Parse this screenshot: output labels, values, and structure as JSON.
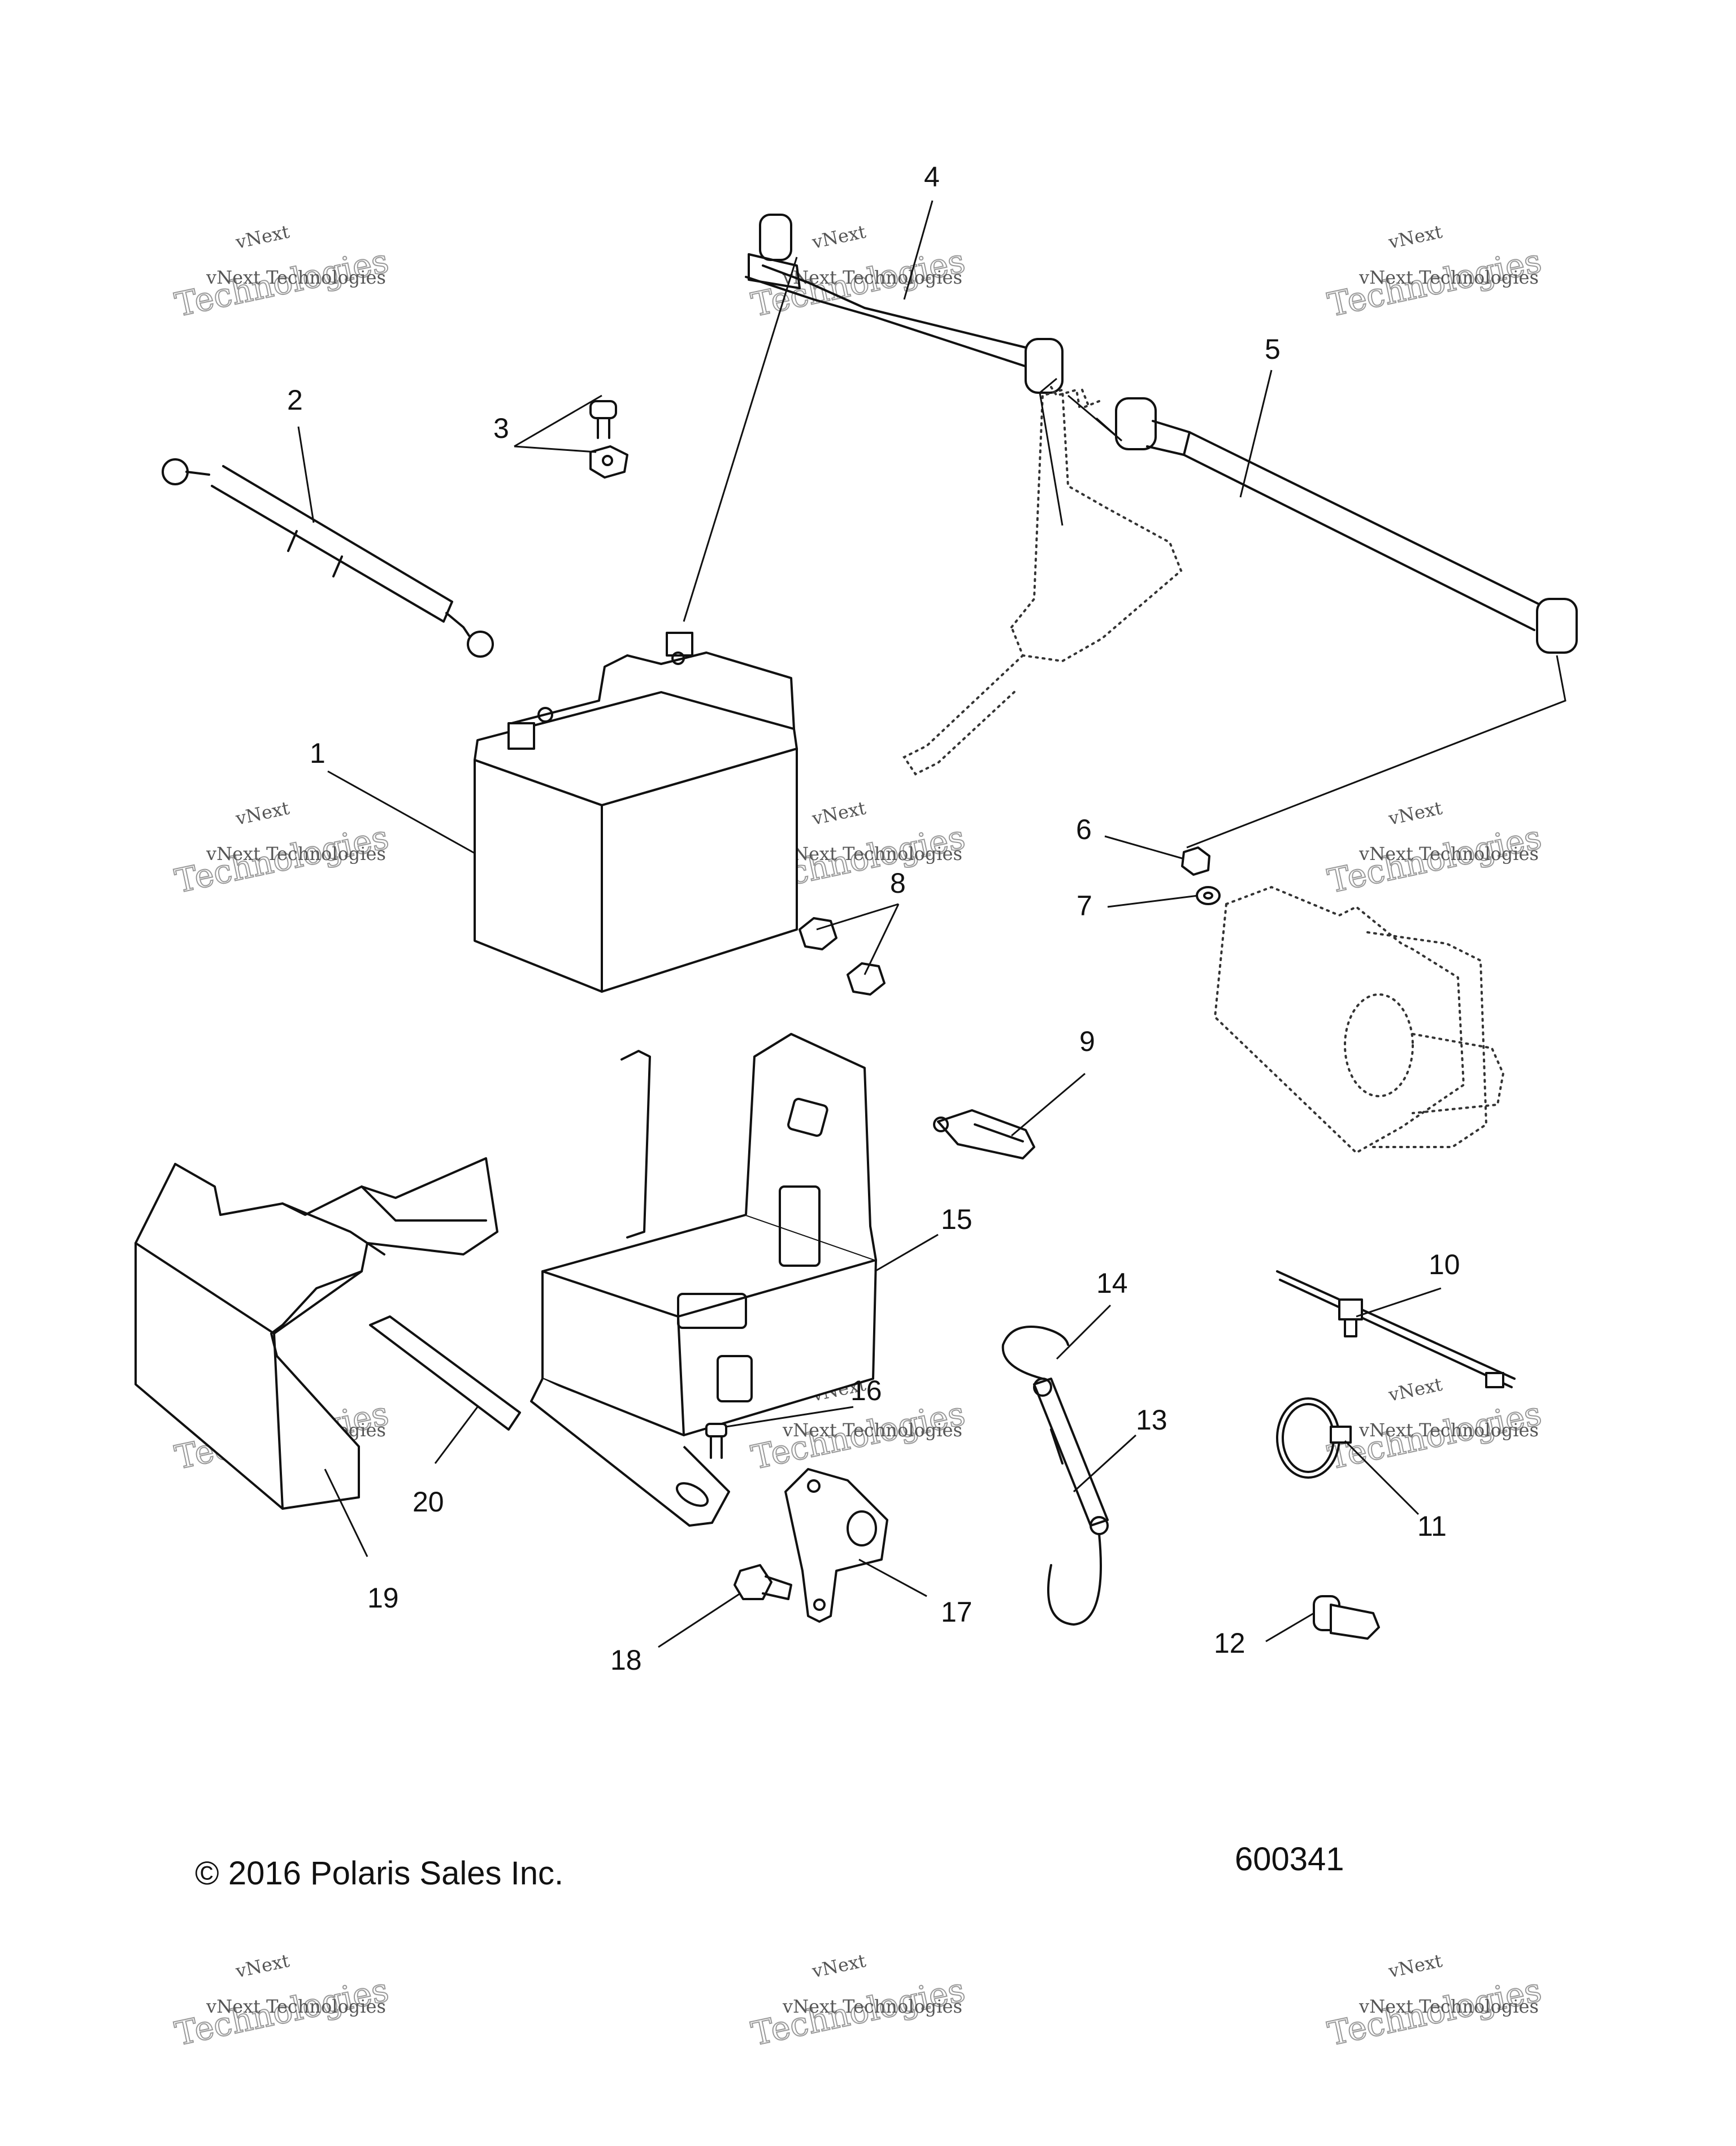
{
  "diagram": {
    "callouts": [
      "1",
      "2",
      "3",
      "4",
      "5",
      "6",
      "7",
      "8",
      "9",
      "10",
      "11",
      "12",
      "13",
      "14",
      "15",
      "16",
      "17",
      "18",
      "19",
      "20"
    ],
    "copyright": "© 2016 Polaris Sales Inc.",
    "drawing_number": "600341",
    "watermark": {
      "line1": "vNext Technologies",
      "line2": "Technologies",
      "small": "vNext"
    }
  }
}
